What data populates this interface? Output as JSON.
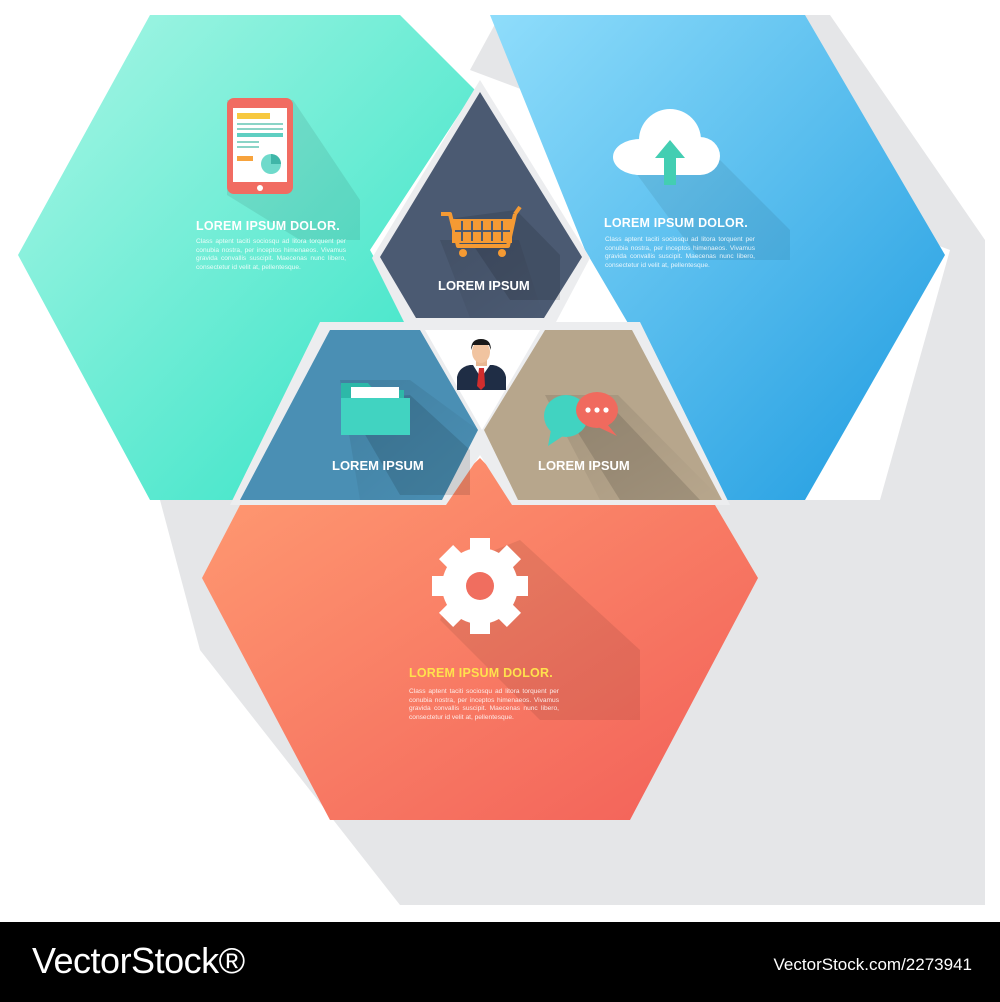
{
  "diagram": {
    "top_left": {
      "title": "LOREM IPSUM DOLOR.",
      "body": "Class aptent taciti sociosqu ad litora torquent per conubia nostra, per inceptos himenaeos. Vivamus gravida convallis suscipit. Maecenas nunc libero, consectetur id velit at, pellentesque.",
      "icon": "tablet-document-icon",
      "color_start": "#A9F6E5",
      "color_end": "#2EE2C4"
    },
    "top_right": {
      "title": "LOREM IPSUM DOLOR.",
      "body": "Class aptent taciti sociosqu ad litora torquent per conubia nostra, per inceptos himenaeos. Vivamus gravida convallis suscipit. Maecenas nunc libero, consectetur id velit at, pellentesque.",
      "icon": "cloud-upload-icon",
      "color_start": "#8FDDFB",
      "color_end": "#1E9BE0"
    },
    "bottom": {
      "title": "LOREM IPSUM DOLOR.",
      "body": "Class aptent taciti sociosqu ad litora torquent per conubia nostra, per inceptos himenaeos. Vivamus gravida convallis suscipit. Maecenas nunc libero, consectetur id velit at, pellentesque.",
      "icon": "gear-icon",
      "title_color": "#FFE14D",
      "color_start": "#FF9B72",
      "color_end": "#F25F58"
    },
    "center_top": {
      "label": "LOREM IPSUM",
      "icon": "shopping-cart-icon",
      "color": "#4B5A72"
    },
    "center_left": {
      "label": "LOREM IPSUM",
      "icon": "folder-icon",
      "color": "#4A8FB4"
    },
    "center_right": {
      "label": "LOREM IPSUM",
      "icon": "chat-bubbles-icon",
      "color": "#B7A68C"
    },
    "center": {
      "icon": "businessman-icon"
    }
  },
  "footer": {
    "logo": "VectorStock®",
    "image_id": "VectorStock.com/2273941"
  }
}
